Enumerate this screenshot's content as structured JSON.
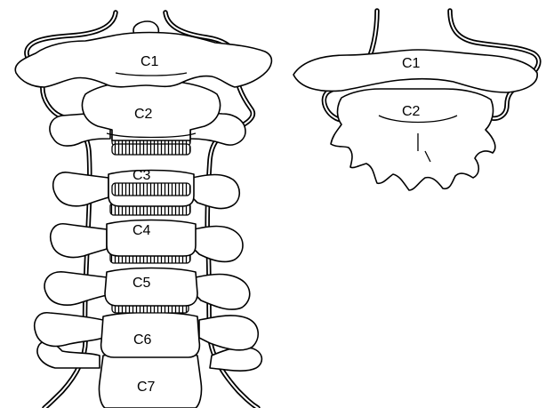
{
  "left_view": {
    "labels": {
      "c1": "C1",
      "c2": "C2",
      "c3": "C3",
      "c4": "C4",
      "c5": "C5",
      "c6": "C6",
      "c7": "C7"
    }
  },
  "right_view": {
    "labels": {
      "c1": "C1",
      "c2": "C2"
    }
  }
}
